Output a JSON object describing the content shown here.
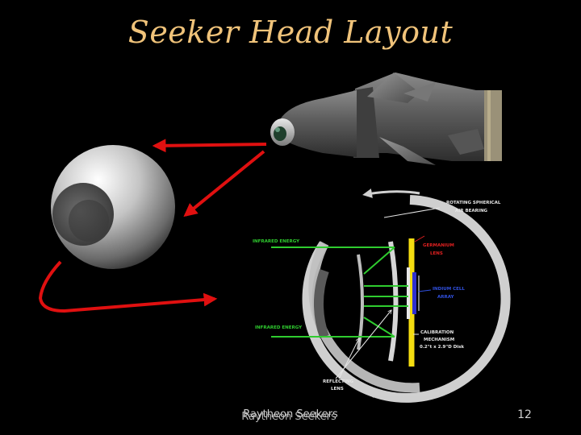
{
  "slide": {
    "title": "Seeker Head Layout",
    "footer_text": "Raytheon Seekers",
    "slide_number": "12"
  },
  "diagram": {
    "labels": {
      "rotating_bearing": [
        "ROTATING SPHERICAL",
        "AIR BEARING"
      ],
      "ir_energy_top": "INFRARED ENERGY",
      "ir_energy_bottom": "INFRARED ENERGY",
      "germanium_lens": [
        "GERMANIUM",
        "LENS"
      ],
      "detector_array": [
        "INDIUM CELL",
        "ARRAY"
      ],
      "calibration": [
        "CALIBRATION",
        "MECHANISM",
        "0.2\"t x 2.9\"D Disk"
      ],
      "reflecting_lens": [
        "REFLECTING",
        "LENS"
      ]
    }
  },
  "colors": {
    "title": "#f0c37a",
    "footer": "#d0d0d0",
    "red_arrow": "#e01010",
    "ir_green": "#2fcc2f",
    "label_red": "#e02020",
    "label_blue": "#3050e0",
    "label_white": "#e6e6e6",
    "ring": "#cfcfcf",
    "lens_yellow": "#f5dd10",
    "detector": "#3030d0"
  }
}
